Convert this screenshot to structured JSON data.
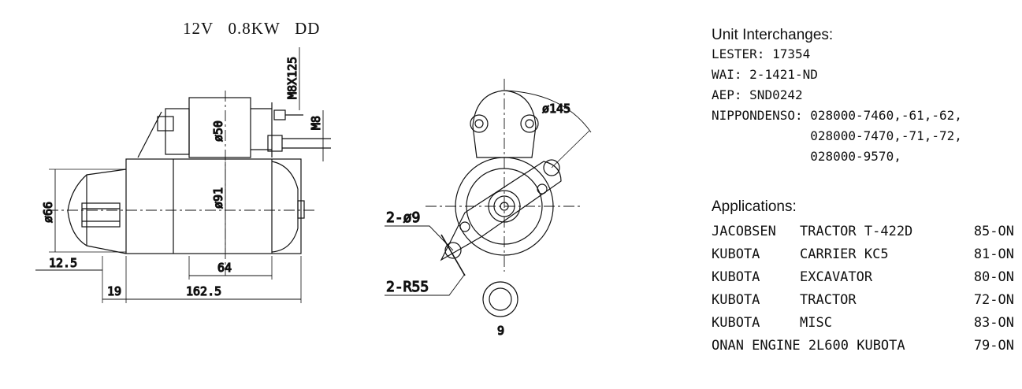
{
  "spec": "12V   0.8KW   DD",
  "dimensions": {
    "m8x125": "M8X125",
    "m8": "M8",
    "d50": "ø50",
    "d91": "ø91",
    "d66": "ø66",
    "d12_5": "12.5",
    "d64": "64",
    "d19": "19",
    "d162_5": "162.5",
    "d145": "ø145",
    "holes": "2-ø9",
    "radius": "2-R55",
    "teeth": "9"
  },
  "interchanges": {
    "heading": "Unit Interchanges:",
    "items": [
      {
        "label": "LESTER:",
        "value": "17354"
      },
      {
        "label": "WAI:",
        "value": "2-1421-ND"
      },
      {
        "label": "AEP:",
        "value": "SND0242"
      },
      {
        "label": "NIPPONDENSO:",
        "values": [
          "028000-7460,-61,-62,",
          "028000-7470,-71,-72,",
          "028000-9570,"
        ]
      }
    ]
  },
  "applications": {
    "heading": "Applications:",
    "rows": [
      {
        "make": "JACOBSEN",
        "model": "TRACTOR T-422D",
        "year": "85-ON"
      },
      {
        "make": "KUBOTA",
        "model": "CARRIER KC5",
        "year": "81-ON"
      },
      {
        "make": "KUBOTA",
        "model": "EXCAVATOR",
        "year": "80-ON"
      },
      {
        "make": "KUBOTA",
        "model": "TRACTOR",
        "year": "72-ON"
      },
      {
        "make": "KUBOTA",
        "model": "MISC",
        "year": "83-ON"
      },
      {
        "make": "ONAN ENGINE 2L600 KUBOTA",
        "model": "",
        "year": "79-ON"
      }
    ]
  }
}
